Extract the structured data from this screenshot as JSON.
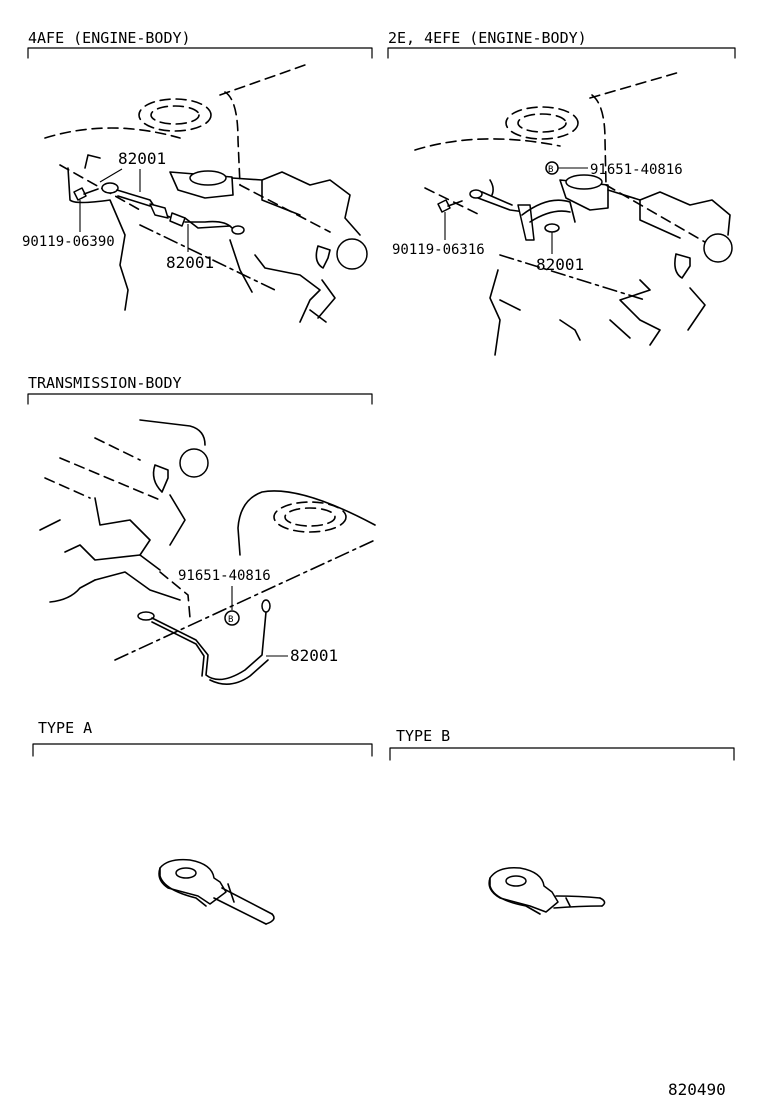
{
  "sections": {
    "engine_4afe": {
      "title": "4AFE (ENGINE-BODY)",
      "callouts": [
        "82001",
        "90119-06390",
        "82001"
      ]
    },
    "engine_2e_4efe": {
      "title": "2E, 4EFE (ENGINE-BODY)",
      "callouts": [
        "91651-40816",
        "90119-06316",
        "82001"
      ]
    },
    "transmission": {
      "title": "TRANSMISSION-BODY",
      "callouts": [
        "91651-40816",
        "82001"
      ]
    },
    "type_a": {
      "title": "TYPE A"
    },
    "type_b": {
      "title": "TYPE B"
    }
  },
  "bolt_marker": "B",
  "diagram_id": "820490"
}
